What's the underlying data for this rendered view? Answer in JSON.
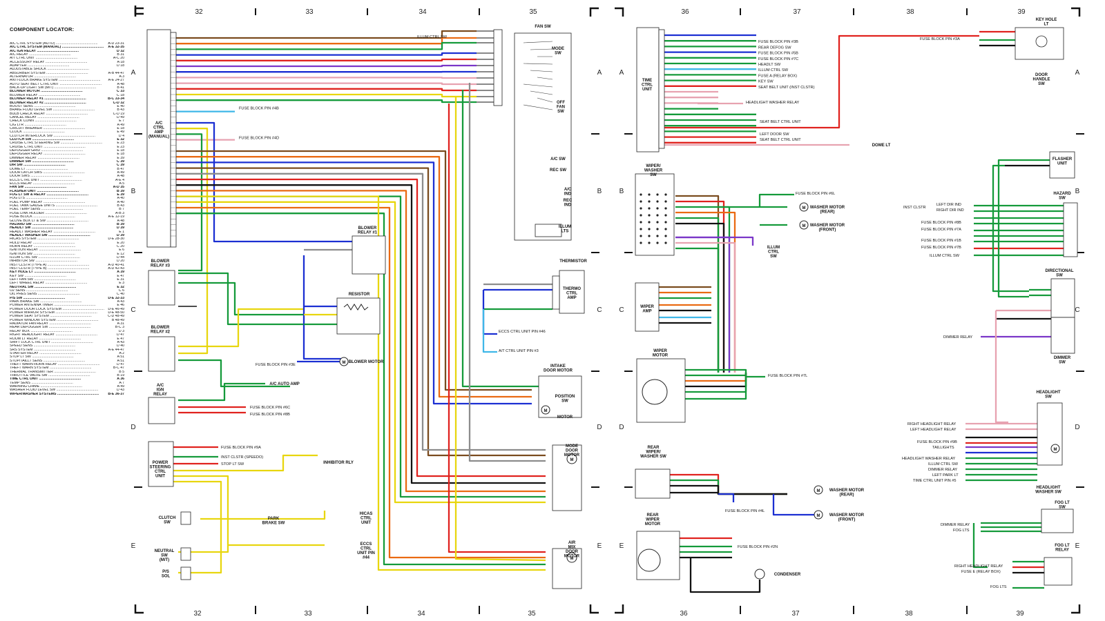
{
  "locator": {
    "title": "COMPONENT LOCATOR:",
    "items": [
      {
        "name": "A/C CTRL SYSTEM (AUTO)",
        "loc": "A-D 23-31",
        "bold": false
      },
      {
        "name": "A/C CTRL SYSTEM (MANUAL)",
        "loc": "A-E 32-35",
        "bold": true
      },
      {
        "name": "A/C IGN RELAY",
        "loc": "D 32",
        "bold": true
      },
      {
        "name": "A/C RELAY",
        "loc": "B 31",
        "bold": false
      },
      {
        "name": "A/T CTRL UNIT",
        "loc": "A-C 20",
        "bold": false
      },
      {
        "name": "ACCESSORY RELAY",
        "loc": "A 18",
        "bold": false
      },
      {
        "name": "ADAPTER",
        "loc": "D 18",
        "bold": false
      },
      {
        "name": "ADJUSTABLE SHOCK",
        "loc": "",
        "bold": false
      },
      {
        "name": "ABSORBER SYSTEM",
        "loc": "A-B 44-47",
        "bold": false
      },
      {
        "name": "ALTERNATOR",
        "loc": "A 3",
        "bold": false
      },
      {
        "name": "ANTI-LOCK BRAKE SYSTEM",
        "loc": "A-E 24-27",
        "bold": false
      },
      {
        "name": "AUTO SEAT BELT CTRL UNIT",
        "loc": "A 48",
        "bold": false
      },
      {
        "name": "BACK-UP LIGHT SW (M/T)",
        "loc": "B 41",
        "bold": false
      },
      {
        "name": "BLOWER MOTOR",
        "loc": "C 33",
        "bold": true
      },
      {
        "name": "BLOWER RELAY",
        "loc": "C 18",
        "bold": false
      },
      {
        "name": "BLOWER RELAY #1",
        "loc": "B-C 33-34",
        "bold": true
      },
      {
        "name": "BLOWER RELAY #2",
        "loc": "C-D 32",
        "bold": true
      },
      {
        "name": "BOOST SENS",
        "loc": "E 40",
        "bold": false
      },
      {
        "name": "BRAKE FLUID LEVEL SW",
        "loc": "B 43",
        "bold": false
      },
      {
        "name": "BULB CHECK RELAY",
        "loc": "C-D 19",
        "bold": false
      },
      {
        "name": "CANCEL RELAY",
        "loc": "D 49",
        "bold": false
      },
      {
        "name": "CHECK CONN",
        "loc": "E 7",
        "bold": false
      },
      {
        "name": "CIG LTR",
        "loc": "A 49",
        "bold": false
      },
      {
        "name": "CIRCUIT BREAKER",
        "loc": "E 18",
        "bold": false
      },
      {
        "name": "CLOCK",
        "loc": "E 49",
        "bold": false
      },
      {
        "name": "CLUTCH INTERLOCK SW",
        "loc": "D 4",
        "bold": false
      },
      {
        "name": "CLUTCH SW",
        "loc": "E 32",
        "bold": true
      },
      {
        "name": "CRUISE CTRL STEERING SW",
        "loc": "E 23",
        "bold": false
      },
      {
        "name": "CRUISE CTRL UNIT",
        "loc": "E 23",
        "bold": false
      },
      {
        "name": "DEFOGGER GRID",
        "loc": "E 18",
        "bold": false
      },
      {
        "name": "DEFOGGER RELAY",
        "loc": "E 18",
        "bold": false
      },
      {
        "name": "DIMMER RELAY",
        "loc": "E 39",
        "bold": false
      },
      {
        "name": "DIMMER SW",
        "loc": "C 39",
        "bold": true
      },
      {
        "name": "DIR SW",
        "loc": "C 39",
        "bold": true
      },
      {
        "name": "DOME LT",
        "loc": "B 47",
        "bold": false
      },
      {
        "name": "DOOR LATCH SWS",
        "loc": "A 49",
        "bold": false
      },
      {
        "name": "DOOR SWS",
        "loc": "A 48",
        "bold": false
      },
      {
        "name": "ECCS CTRL UNIT",
        "loc": "A-E 4",
        "bold": false
      },
      {
        "name": "ECCS RELAY",
        "loc": "A 5",
        "bold": false
      },
      {
        "name": "FAN SW",
        "loc": "A-D 35",
        "bold": true
      },
      {
        "name": "FLASHER UNIT",
        "loc": "B 39",
        "bold": true
      },
      {
        "name": "FOG LT SW & RELAY",
        "loc": "E 39",
        "bold": true
      },
      {
        "name": "FOG LTS",
        "loc": "A 40",
        "bold": false
      },
      {
        "name": "FUEL PUMP RELAY",
        "loc": "A 40",
        "bold": false
      },
      {
        "name": "FUEL TANK GAUGE UNITS",
        "loc": "B 43",
        "bold": false
      },
      {
        "name": "FUEL TEMP SENS",
        "loc": "B 7",
        "bold": false
      },
      {
        "name": "FUSE LINK HOLDER",
        "loc": "A-B 3",
        "bold": false
      },
      {
        "name": "FUSE BLOCK",
        "loc": "A-E 12-19",
        "bold": false
      },
      {
        "name": "GLOVE BOX LT & SW",
        "loc": "A 48",
        "bold": false
      },
      {
        "name": "HAZARD SW",
        "loc": "B 39",
        "bold": true
      },
      {
        "name": "HEADLT SW",
        "loc": "D 39",
        "bold": true
      },
      {
        "name": "HEADLT WASHER RELAY",
        "loc": "E 1",
        "bold": false
      },
      {
        "name": "HEADLT WASHER SW",
        "loc": "D 39",
        "bold": true
      },
      {
        "name": "HICAS SYSTEM",
        "loc": "D-E 28-30",
        "bold": false
      },
      {
        "name": "HOLD RELAY",
        "loc": "E 20",
        "bold": false
      },
      {
        "name": "HORN RELAY",
        "loc": "C 20",
        "bold": false
      },
      {
        "name": "IGNITION RELAY",
        "loc": "E 6",
        "bold": false
      },
      {
        "name": "IGNITION SW",
        "loc": "E 12",
        "bold": false
      },
      {
        "name": "ILLUM CTRL SW",
        "loc": "D 44",
        "bold": false
      },
      {
        "name": "INHIBITOR SW",
        "loc": "D 20",
        "bold": false
      },
      {
        "name": "INST CLSTR (TYPE A)",
        "loc": "A-D 40-41",
        "bold": false
      },
      {
        "name": "INST CLSTR (TYPE B)",
        "loc": "A-D 42-43",
        "bold": false
      },
      {
        "name": "KEY HOLE LT",
        "loc": "A 39",
        "bold": true
      },
      {
        "name": "KEY SW",
        "loc": "E 47",
        "bold": false
      },
      {
        "name": "LEFT FAN SW",
        "loc": "E 31",
        "bold": false
      },
      {
        "name": "LEFT WHEEL RELAY",
        "loc": "E 3",
        "bold": false
      },
      {
        "name": "NEUTRAL SW",
        "loc": "E 32",
        "bold": true
      },
      {
        "name": "O2 SENS",
        "loc": "C 6",
        "bold": false
      },
      {
        "name": "OIL PRES SENS",
        "loc": "C 40",
        "bold": false
      },
      {
        "name": "P/S SW",
        "loc": "D-E 32-33",
        "bold": true
      },
      {
        "name": "PARK BRAKE SW",
        "loc": "A 43",
        "bold": false
      },
      {
        "name": "POWER ANTENNA TIMER",
        "loc": "E 46",
        "bold": false
      },
      {
        "name": "POWER DOOR LOCK SYSTEM",
        "loc": "D-E 46-49",
        "bold": false
      },
      {
        "name": "POWER MIRROR SYSTEM",
        "loc": "D-E 48-50",
        "bold": false
      },
      {
        "name": "POWER SEAT SYSTEM",
        "loc": "C-D 48-49",
        "bold": false
      },
      {
        "name": "POWER WINDOW SYSTEM",
        "loc": "B 48-49",
        "bold": false
      },
      {
        "name": "RADIATOR FAN RELAY",
        "loc": "A 31",
        "bold": false
      },
      {
        "name": "REAR DEFOGGER SW",
        "loc": "B-C 3",
        "bold": false
      },
      {
        "name": "RELAY BOX",
        "loc": "D 3",
        "bold": false
      },
      {
        "name": "RIGHT HEADLIGHT RELAY",
        "loc": "D 47",
        "bold": false
      },
      {
        "name": "ROOM LT RELAY",
        "loc": "E 47",
        "bold": false
      },
      {
        "name": "SHIFT LOCK CTRL UNIT",
        "loc": "A 43",
        "bold": false
      },
      {
        "name": "SPEED SENS",
        "loc": "D 40",
        "bold": false
      },
      {
        "name": "SRS SYSTEM",
        "loc": "A-E 44-47",
        "bold": false
      },
      {
        "name": "STARTER RELAY",
        "loc": "A 2",
        "bold": false
      },
      {
        "name": "STOP LT SW",
        "loc": "A 51",
        "bold": false
      },
      {
        "name": "STOP/TAILLT SENS",
        "loc": "A 51",
        "bold": false
      },
      {
        "name": "THEFT WARN HORN RELAY",
        "loc": "D 47",
        "bold": false
      },
      {
        "name": "THEFT WARN SYSTEM",
        "loc": "B-C 47",
        "bold": false
      },
      {
        "name": "THERMAL TRANSMITTER",
        "loc": "B 5",
        "bold": false
      },
      {
        "name": "THROTTLE VALVE SW",
        "loc": "B 19",
        "bold": false
      },
      {
        "name": "TIME CTRL UNIT",
        "loc": "A 36",
        "bold": true
      },
      {
        "name": "TEMP SENS",
        "loc": "A 7",
        "bold": false
      },
      {
        "name": "WARNING CHIME",
        "loc": "A 49",
        "bold": false
      },
      {
        "name": "WASHER FLUID LEVEL SW",
        "loc": "D 43",
        "bold": false
      },
      {
        "name": "WIPER/WASHER SYSTEMS",
        "loc": "B-E 36-37",
        "bold": true
      }
    ]
  },
  "grid": {
    "top_cols": [
      {
        "label": "32"
      },
      {
        "label": "33"
      },
      {
        "label": "34"
      },
      {
        "label": "35"
      },
      {
        "label": "36"
      },
      {
        "label": "37"
      },
      {
        "label": "38"
      },
      {
        "label": "39"
      }
    ],
    "rows": [
      "A",
      "B",
      "C",
      "D",
      "E"
    ]
  },
  "colors": {
    "red": "#e0221e",
    "green": "#149a3a",
    "blue": "#1b2fd2",
    "yellow": "#e8d60e",
    "orange": "#ea6a12",
    "brown": "#7a4b1e",
    "pink": "#e7a2b0",
    "purple": "#7a36c8",
    "ltblue": "#3fb7e8",
    "gray": "#8c8c8c",
    "black": "#111111"
  },
  "components": {
    "ac_amp": {
      "label": "A/C CTRL AMP (MANUAL)"
    },
    "fan_sw": {
      "label": "FAN SW"
    },
    "mode_sw": {
      "label": "MODE SW"
    },
    "off_fan_sw": {
      "label": "OFF FAN SW"
    },
    "ac_sw": {
      "label": "A/C SW"
    },
    "rec_sw": {
      "label": "REC SW"
    },
    "ac_ind": {
      "label": "A/C IND"
    },
    "rec_ind": {
      "label": "REC IND"
    },
    "illum_lts": {
      "label": "ILLUM LTS"
    },
    "thermistor": {
      "label": "THERMISTOR"
    },
    "thermo_amp": {
      "label": "THERMO CTRL AMP"
    },
    "blower_relay1": {
      "label": "BLOWER RELAY #1"
    },
    "blower_relay2": {
      "label": "BLOWER RELAY #2"
    },
    "blower_relay3": {
      "label": "BLOWER RELAY #3"
    },
    "resistor": {
      "label": "RESISTOR"
    },
    "blower_motor": {
      "label": "BLOWER MOTOR"
    },
    "ac_ign_relay": {
      "label": "A/C IGN RELAY"
    },
    "ac_auto_amp": {
      "label": "A/C AUTO AMP"
    },
    "intake_motor": {
      "label": "INTAKE DOOR MOTOR"
    },
    "position_sw": {
      "label": "POSITION SW"
    },
    "motor": {
      "label": "MOTOR"
    },
    "mode_motor": {
      "label": "MODE DOOR MOTOR"
    },
    "airmix_motor": {
      "label": "AIR MIX DOOR MOTOR"
    },
    "ps_unit": {
      "label": "POWER STEERING CTRL UNIT"
    },
    "clutch_sw": {
      "label": "CLUTCH SW"
    },
    "neutral_sw": {
      "label": "NEUTRAL SW (M/T)"
    },
    "ps_sol": {
      "label": "P/S SOL"
    },
    "park_brake": {
      "label": "PARK BRAKE SW"
    },
    "inhibitor": {
      "label": "INHIBITOR RLY"
    },
    "hicas": {
      "label": "HICAS CTRL UNIT"
    },
    "eccs44": {
      "label": "ECCS CTRL UNIT PIN #44"
    },
    "time_ctrl": {
      "label": "TIME CTRL UNIT"
    },
    "wiper_sw": {
      "label": "WIPER/ WASHER SW"
    },
    "wiper_amp": {
      "label": "WIPER AMP"
    },
    "wiper_motor": {
      "label": "WIPER MOTOR"
    },
    "rear_wiper_sw": {
      "label": "REAR WIPER/ WASHER SW"
    },
    "rear_wiper_motor": {
      "label": "REAR WIPER MOTOR"
    },
    "condenser": {
      "label": "CONDENSER"
    },
    "illum_ctrl_sw": {
      "label": "ILLUM CTRL SW"
    },
    "washer_rear": {
      "label": "WASHER MOTOR (REAR)"
    },
    "washer_front": {
      "label": "WASHER MOTOR (FRONT)"
    },
    "key_hole_lt": {
      "label": "KEY HOLE LT"
    },
    "door_handle_sw": {
      "label": "DOOR HANDLE SW"
    },
    "dome_lt": {
      "label": "DOME LT"
    },
    "flasher": {
      "label": "FLASHER UNIT"
    },
    "hazard_sw": {
      "label": "HAZARD SW"
    },
    "dir_sw": {
      "label": "DIRECTIONAL SW"
    },
    "dimmer_sw": {
      "label": "DIMMER SW"
    },
    "headlight_sw": {
      "label": "HEADLIGHT SW"
    },
    "hl_washer_sw": {
      "label": "HEADLIGHT WASHER SW"
    },
    "fog_lt_sw": {
      "label": "FOG LT SW"
    },
    "fog_lt_relay": {
      "label": "FOG LT RELAY"
    }
  },
  "labels": {
    "illum_ctrl_sw_a": "ILLUM CTRL SW",
    "fuse4b": "FUSE BLOCK PIN #4B",
    "fuse4d": "FUSE BLOCK PIN #4D",
    "fuse3e": "FUSE BLOCK PIN #3E",
    "fuse6c": "FUSE BLOCK PIN #6C",
    "fuse8b": "FUSE BLOCK PIN #8B",
    "fuse9a": "FUSE BLOCK PIN #9A",
    "inst_speedo": "INST CLSTR (SPEEDO)",
    "stop_lt": "STOP LT SW",
    "eccs46": "ECCS CTRL UNIT PIN #46",
    "atctrl3": "A/T CTRL UNIT PIN #3",
    "fuse3b": "FUSE BLOCK PIN #3B",
    "rear_defog": "REAR DEFOG SW",
    "fuse5b": "FUSE BLOCK PIN #5B",
    "fuse7c": "FUSE BLOCK PIN #7C",
    "headlt_sw": "HEADLT SW",
    "illum_ctrl2": "ILLUM CTRL SW",
    "fusea": "FUSE A (RELAY BOX)",
    "key_sw": "KEY SW",
    "seat_belt_inst": "SEAT BELT UNIT (INST CLSTR)",
    "hl_washer_relay": "HEADLIGHT WASHER RELAY",
    "seat_belt_ctrl": "SEAT BELT CTRL UNIT",
    "left_door_sw": "LEFT DOOR SW",
    "seat_belt_ctrl2": "SEAT BELT CTRL UNIT",
    "fuse6l": "FUSE BLOCK PIN #6L",
    "fuse7l": "FUSE BLOCK PIN #7L",
    "fuse4l": "FUSE BLOCK PIN #4L",
    "fuse2n": "FUSE BLOCK PIN #2N",
    "fuse3a": "FUSE BLOCK PIN #3A",
    "inst_clstr": "INST CLSTR",
    "left_dir": "LEFT DIR IND",
    "right_dir": "RIGHT DIR IND",
    "fuse8b_r": "FUSE BLOCK PIN #8B",
    "fuse7a": "FUSE BLOCK PIN #7A",
    "fuse1b": "FUSE BLOCK PIN #1B",
    "fuse7b": "FUSE BLOCK PIN #7B",
    "illum_ctrl_r": "ILLUM CTRL SW",
    "dimmer_relay": "DIMMER RELAY",
    "rhl_relay": "RIGHT HEADLIGHT RELAY",
    "lhl_relay": "LEFT HEADLIGHT RELAY",
    "fuse9b": "FUSE BLOCK PIN #9B",
    "taillights": "TAILLIGHTS",
    "hl_washer_relay2": "HEADLIGHT WASHER RELAY",
    "illum_ctrl_r2": "ILLUM CTRL SW",
    "dimmer_relay2": "DIMMER RELAY",
    "left_park": "LEFT PARK LT",
    "time_ctrl5": "TIME CTRL UNIT PIN #5",
    "dimmer_relay3": "DIMMER RELAY",
    "fog_lts": "FOG LTS",
    "rhl_relay2": "RIGHT HEADLIGHT RELAY",
    "fuse_e": "FUSE E (RELAY BOX)",
    "fog_lts2": "FOG LTS"
  }
}
